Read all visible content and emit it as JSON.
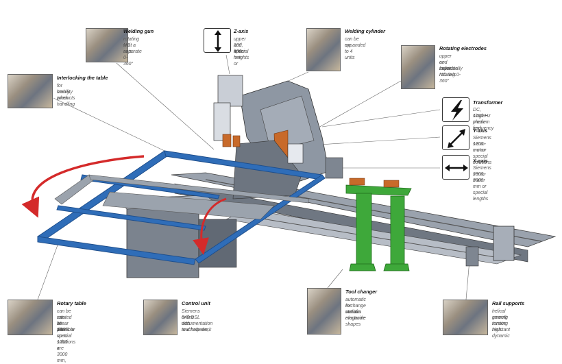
{
  "callouts": [
    {
      "id": "welding-gun",
      "title": "Welding gun",
      "lines": [
        "rotating whit a separate",
        "NC axis 0-360°"
      ]
    },
    {
      "id": "z-axis",
      "title": "Z-axis",
      "lines": [
        "upper and lower",
        "200, 400 mm or",
        "special heights"
      ]
    },
    {
      "id": "welding-cylinder",
      "title": "Welding cylinder",
      "lines": [
        "can be expanded",
        "up to 4 units"
      ]
    },
    {
      "id": "rotating-electrodes",
      "title": "Rotating electrodes",
      "lines": [
        "upper and lower",
        "on separate NC axis",
        "individually rotating 0-360°"
      ]
    },
    {
      "id": "interlocking-table",
      "title": "Interlocking the table",
      "lines": [
        "for stability when handling",
        "heavy products"
      ]
    },
    {
      "id": "transformer",
      "title": "Transformer",
      "lines": [
        "DC, single-phase and",
        "1000 Hz medium frequency"
      ]
    },
    {
      "id": "y-axis",
      "title": "Y-axis",
      "lines": [
        "Siemens servo-motor",
        "1200 mm or special solutions"
      ]
    },
    {
      "id": "x-axis",
      "title": "X-axis",
      "lines": [
        "Siemens servo-motor",
        "2000, 3000 mm or special lengths"
      ]
    },
    {
      "id": "tool-changer",
      "title": "Tool changer",
      "lines": [
        "automatic exchange station",
        "for various electrode shapes",
        "out of a magazine"
      ]
    },
    {
      "id": "rotary-table",
      "title": "Rotary table",
      "lines": [
        "can be rotated +/- 180°",
        "can be tilted up to 1200 x 3000 mm,",
        "linear tables or special solutions are",
        "possible"
      ]
    },
    {
      "id": "control-unit",
      "title": "Control unit",
      "lines": [
        "Siemens 840 DSL with touchscreen,",
        "online documentation and help-desk"
      ]
    },
    {
      "id": "rail-supports",
      "title": "Rail supports",
      "lines": [
        "helical gearing",
        "smooth running",
        "torsion resistant",
        "high dynamic"
      ]
    }
  ],
  "colors": {
    "frame_blue": "#2f6db8",
    "machine_grey": "#8e97a3",
    "machine_dark": "#5f6772",
    "tool_green": "#3ea83a",
    "arrow_red": "#d42a2a",
    "copper": "#c86a2a"
  }
}
